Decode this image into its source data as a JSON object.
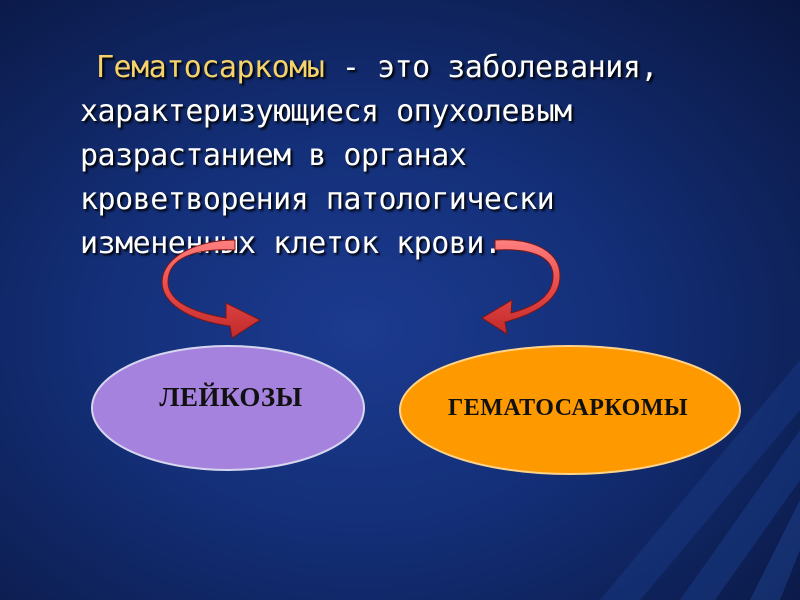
{
  "slide": {
    "definition": {
      "term": "Гематосаркомы",
      "line1_rest": " - это заболевания,",
      "line2": "характеризующиеся опухолевым",
      "line3": "разрастанием в органах",
      "line4": "кроветворения патологически",
      "line5": "измененных клеток крови."
    },
    "left_ellipse": {
      "label": "ЛЕЙКОЗЫ",
      "fill": "#a582de"
    },
    "right_ellipse": {
      "label": "ГЕМАТОСАРКОМЫ",
      "fill": "#ff9900"
    },
    "arrow_color": "#e84a4a",
    "background_color": "#14307a",
    "term_color": "#f5d36a"
  }
}
